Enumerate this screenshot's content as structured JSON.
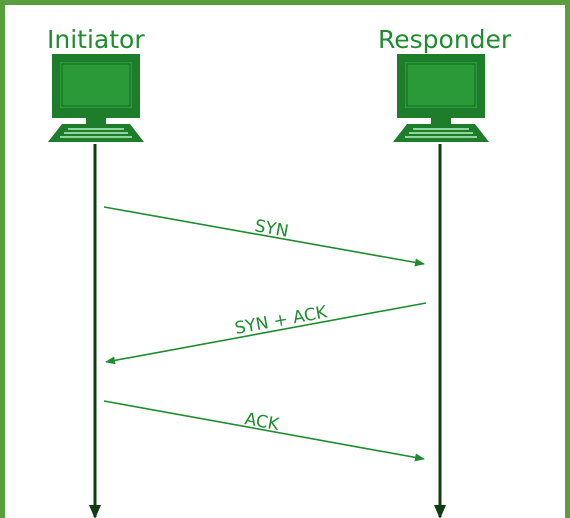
{
  "parties": {
    "initiator": {
      "label": "Initiator",
      "icon": "computer-icon"
    },
    "responder": {
      "label": "Responder",
      "icon": "computer-icon"
    }
  },
  "messages": [
    {
      "label": "SYN",
      "from": "initiator",
      "to": "responder"
    },
    {
      "label": "SYN + ACK",
      "from": "responder",
      "to": "initiator"
    },
    {
      "label": "ACK",
      "from": "initiator",
      "to": "responder"
    }
  ],
  "colors": {
    "green_text": "#1e8c2f",
    "icon_green": "#1e7d2a",
    "line_dark": "#0f3d12",
    "border": "#5a9e3e"
  }
}
